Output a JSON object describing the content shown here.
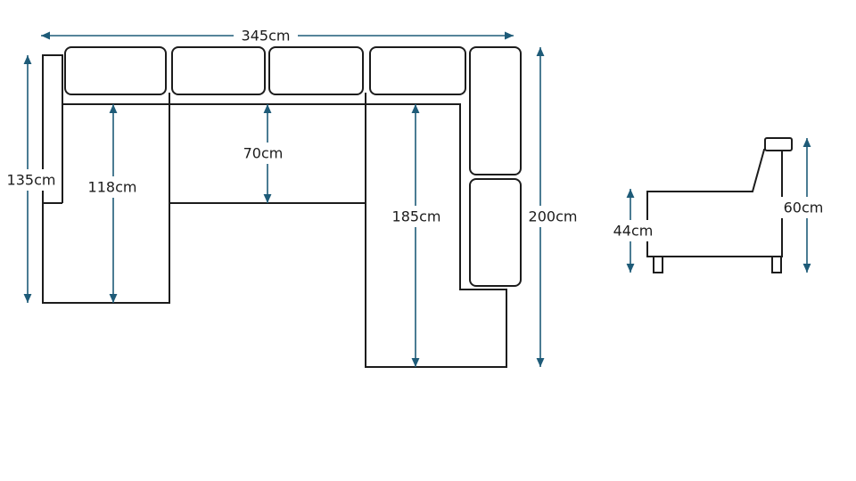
{
  "colors": {
    "outline": "#1c1c1c",
    "dimension": "#1e5b78",
    "background": "#ffffff"
  },
  "top_view": {
    "width_label": "345cm",
    "left_depth_label": "135cm",
    "left_seat_depth_label": "118cm",
    "middle_seat_depth_label": "70cm",
    "right_seat_depth_label": "185cm",
    "right_depth_label": "200cm"
  },
  "side_view": {
    "seat_height_label": "44cm",
    "back_height_label": "60cm"
  }
}
